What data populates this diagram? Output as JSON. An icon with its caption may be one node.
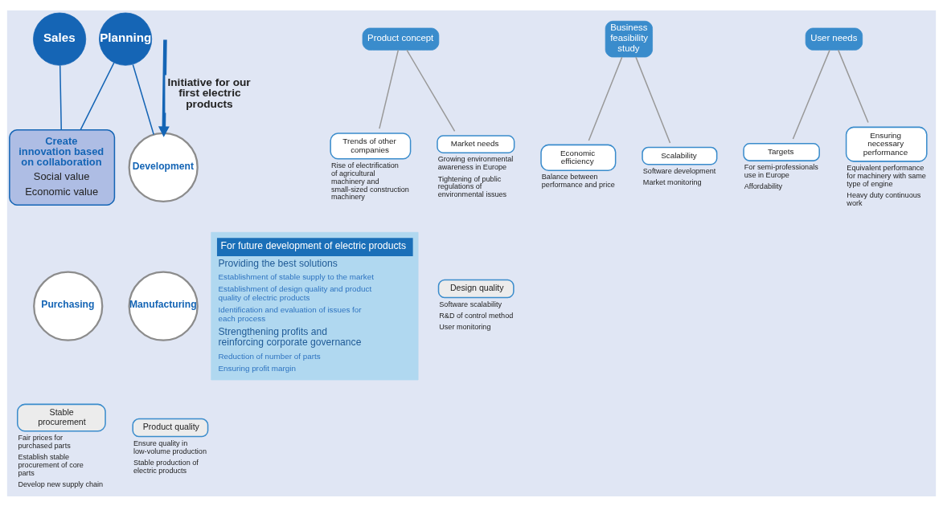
{
  "diagram": {
    "nodes": [
      {
        "text": [
          "Planning"
        ]
      },
      {
        "text": [
          "Product concept"
        ]
      },
      {
        "text": [
          "Trends of other companies"
        ],
        "beside": [
          "Rise of electrification of agricultural machinery and small-sized construction machinery"
        ]
      },
      {
        "text": [
          "Market needs"
        ],
        "beside": [
          "Growing environmental awareness in Europe",
          "Tightening of public regulations of environmental issues"
        ]
      },
      {
        "text": [
          "Business feasibility study"
        ]
      },
      {
        "text": [
          "Economic efficiency"
        ],
        "beside": [
          "Balance between performance and price"
        ]
      },
      {
        "text": [
          "Scalability"
        ],
        "beside": [
          "Software development",
          "Market monitoring"
        ]
      },
      {
        "text": [
          "Sales"
        ]
      },
      {
        "text": [
          "User needs"
        ]
      },
      {
        "text": [
          "Targets"
        ],
        "beside": [
          "For semi-professionals use in Europe",
          "Affordability"
        ]
      },
      {
        "text": [
          "Ensuring necessary performance"
        ],
        "beside": [
          "Equivalent performance for machinery with same type of engine",
          "Heavy duty continuous work"
        ]
      },
      {
        "text": [
          "Create innovation based on collaboration",
          "Social value",
          "Economic value"
        ]
      },
      {
        "text": [
          "Design quality"
        ],
        "beside": [
          "Software scalability",
          "R&D of control method",
          "User monitoring"
        ]
      },
      {
        "text": [
          "Development"
        ]
      },
      {
        "text": [
          "Purchasing"
        ]
      },
      {
        "text": [
          "Manufacturing"
        ]
      },
      {
        "text": [
          "Stable procurement"
        ],
        "beside": [
          "Fair prices for purchased parts",
          "Establish stable procurement of core parts",
          "Develop new supply chain"
        ]
      },
      {
        "text": [
          "Product quality"
        ],
        "beside": [
          "Ensure quality in low-volume production",
          "Stable production of electric products"
        ]
      },
      {
        "text": [
          "For future development of electric products",
          "Providing the best solutions",
          "Establishment of stable supply to the market",
          "Establishment of design quality and product quality of electric products",
          "Identification and evaluation of issues for each process",
          "Strengthening profits and reinforcing corporate governance",
          "Reduction of number of parts",
          "Ensuring profit margin"
        ]
      }
    ],
    "edges": [
      {
        "from": 1,
        "to": 2,
        "arrow": "none"
      },
      {
        "from": 1,
        "to": 3,
        "arrow": "none"
      },
      {
        "from": 4,
        "to": 5,
        "arrow": "none"
      },
      {
        "from": 4,
        "to": 6,
        "arrow": "none"
      },
      {
        "from": 8,
        "to": 9,
        "arrow": "none"
      },
      {
        "from": 8,
        "to": 10,
        "arrow": "none"
      },
      {
        "from": 0,
        "to": 11,
        "arrow": "none",
        "color": "#1565b5"
      },
      {
        "from": 7,
        "to": 11,
        "arrow": "none",
        "color": "#1565b5"
      },
      {
        "from": 0,
        "to": 13,
        "arrow": "none",
        "color": "#1565b5"
      },
      {
        "from": null,
        "to": 13,
        "arrow": "to",
        "label": "Initiative for our first electric products",
        "style": "thick",
        "color": "#1565b5"
      }
    ]
  }
}
